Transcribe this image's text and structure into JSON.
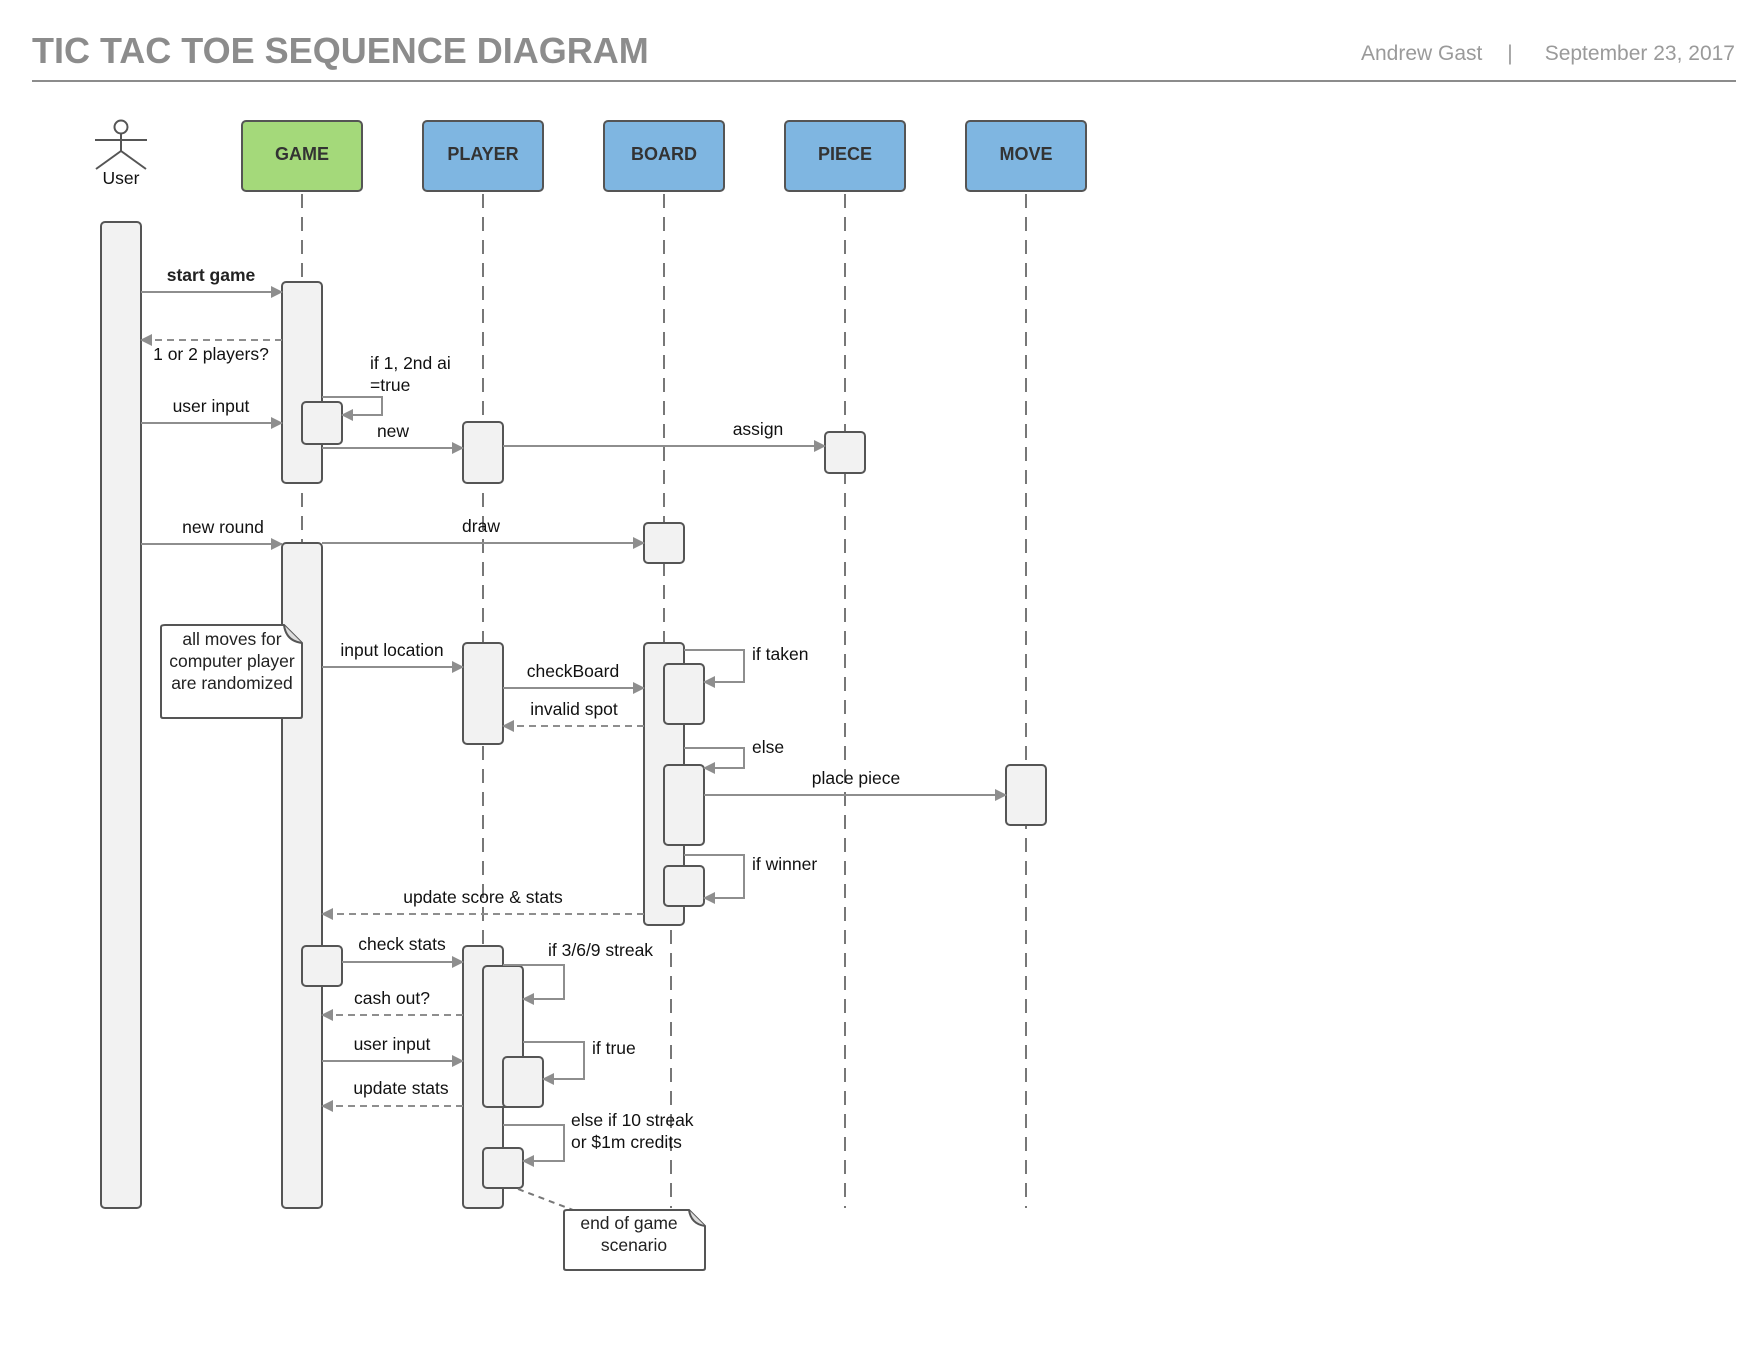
{
  "header": {
    "title": "TIC TAC TOE SEQUENCE DIAGRAM",
    "author": "Andrew Gast",
    "separator": "|",
    "date": "September 23, 2017"
  },
  "actor": {
    "label": "User"
  },
  "participants": [
    {
      "label": "GAME",
      "color": "#a4d97a"
    },
    {
      "label": "PLAYER",
      "color": "#7fb6e1"
    },
    {
      "label": "BOARD",
      "color": "#7fb6e1"
    },
    {
      "label": "PIECE",
      "color": "#7fb6e1"
    },
    {
      "label": "MOVE",
      "color": "#7fb6e1"
    }
  ],
  "messages": {
    "start_game": "start game",
    "players_q": "1 or 2 players?",
    "if_ai_1": "if 1, 2nd ai",
    "if_ai_2": "=true",
    "user_input_1": "user input",
    "new": "new",
    "assign": "assign",
    "new_round": "new round",
    "draw": "draw",
    "input_location": "input location",
    "check_board": "checkBoard",
    "if_taken": "if taken",
    "invalid_spot": "invalid spot",
    "else": "else",
    "place_piece": "place piece",
    "if_winner": "if winner",
    "update_score": "update score & stats",
    "check_stats": "check stats",
    "streak": "if 3/6/9 streak",
    "cash_out": "cash out?",
    "user_input_2": "user input",
    "if_true": "if true",
    "update_stats": "update stats",
    "else_if_1": "else if 10 streak",
    "else_if_2": "or $1m credits"
  },
  "notes": {
    "random_1": "all moves for",
    "random_2": "computer player",
    "random_3": "are randomized",
    "end_1": "end of game",
    "end_2": "scenario"
  }
}
